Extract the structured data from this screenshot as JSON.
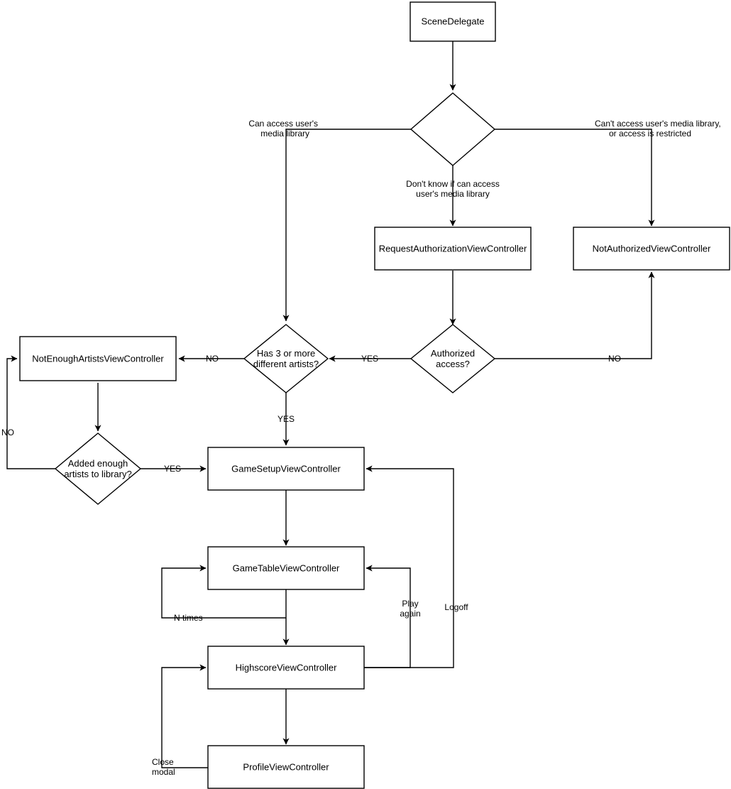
{
  "diagram": {
    "title": "App navigation flowchart",
    "style": {
      "background": "#ffffff",
      "stroke": "#000000",
      "fill": "#ffffff"
    },
    "nodes": {
      "scene_delegate": {
        "label": "SceneDelegate",
        "type": "process"
      },
      "media_access_decision": {
        "label": "",
        "type": "decision"
      },
      "request_authorization": {
        "label": "RequestAuthorizationViewController",
        "type": "process"
      },
      "not_authorized": {
        "label": "NotAuthorizedViewController",
        "type": "process"
      },
      "authorized_access": {
        "label_line1": "Authorized",
        "label_line2": "access?",
        "type": "decision"
      },
      "has_artists": {
        "label_line1": "Has 3 or more",
        "label_line2": "different artists?",
        "type": "decision"
      },
      "not_enough_artists": {
        "label": "NotEnoughArtistsViewController",
        "type": "process"
      },
      "added_enough": {
        "label_line1": "Added enough",
        "label_line2": "artists to library?",
        "type": "decision"
      },
      "game_setup": {
        "label": "GameSetupViewController",
        "type": "process"
      },
      "game_table": {
        "label": "GameTableViewController",
        "type": "process"
      },
      "highscore": {
        "label": "HighscoreViewController",
        "type": "process"
      },
      "profile": {
        "label": "ProfileViewController",
        "type": "process"
      }
    },
    "edge_labels": {
      "can_access_l1": "Can access user's",
      "can_access_l2": "media library",
      "cant_access_l1": "Can't access user's media library,",
      "cant_access_l2": "or access is restricted",
      "dont_know_l1": "Don't know if can access",
      "dont_know_l2": "user's media library",
      "authorized_yes": "YES",
      "authorized_no": "NO",
      "has_artists_no": "NO",
      "has_artists_yes": "YES",
      "added_enough_no": "NO",
      "added_enough_yes": "YES",
      "n_times": "N times",
      "play_again_l1": "Play",
      "play_again_l2": "again",
      "logoff": "Logoff",
      "close_modal_l1": "Close",
      "close_modal_l2": "modal"
    }
  }
}
